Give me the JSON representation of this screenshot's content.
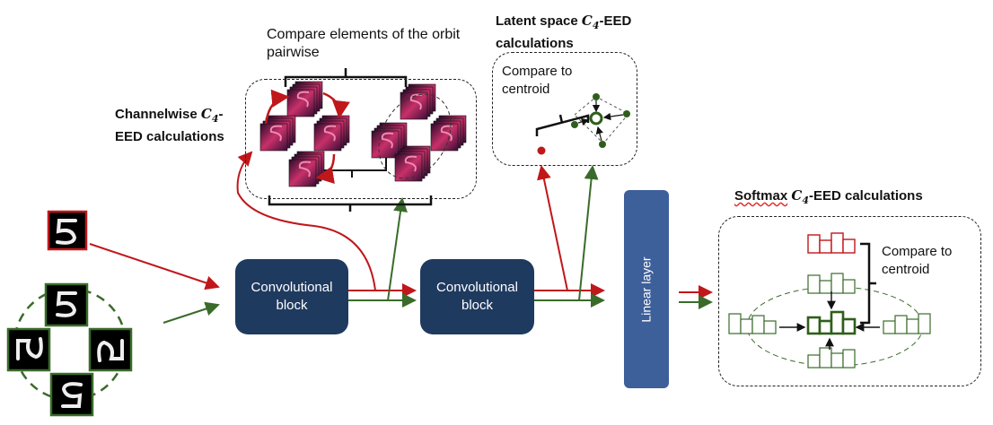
{
  "labels": {
    "compare_orbit": "Compare elements of the orbit pairwise",
    "channelwise_pre": "Channelwise ",
    "channelwise_sym": "C",
    "channelwise_sub": "4",
    "channelwise_post": "-EED calculations",
    "latent_pre": "Latent space ",
    "latent_sym": "C",
    "latent_sub": "4",
    "latent_post": "-EED calculations",
    "compare_centroid_latent": "Compare to centroid",
    "softmax_pre": "Softmax",
    "softmax_sym": "C",
    "softmax_sub": "4",
    "softmax_post": "-EED calculations",
    "compare_centroid_softmax": "Compare to centroid"
  },
  "blocks": {
    "conv1": "Convolutional block",
    "conv2": "Convolutional block",
    "linear": "Linear layer"
  },
  "digit_glyph": "5",
  "colors": {
    "red": "#c0171b",
    "green": "#3a6b2a",
    "navy": "#1f3a5f",
    "linear": "#3d5f9a",
    "featuremap": "#c8306a"
  }
}
